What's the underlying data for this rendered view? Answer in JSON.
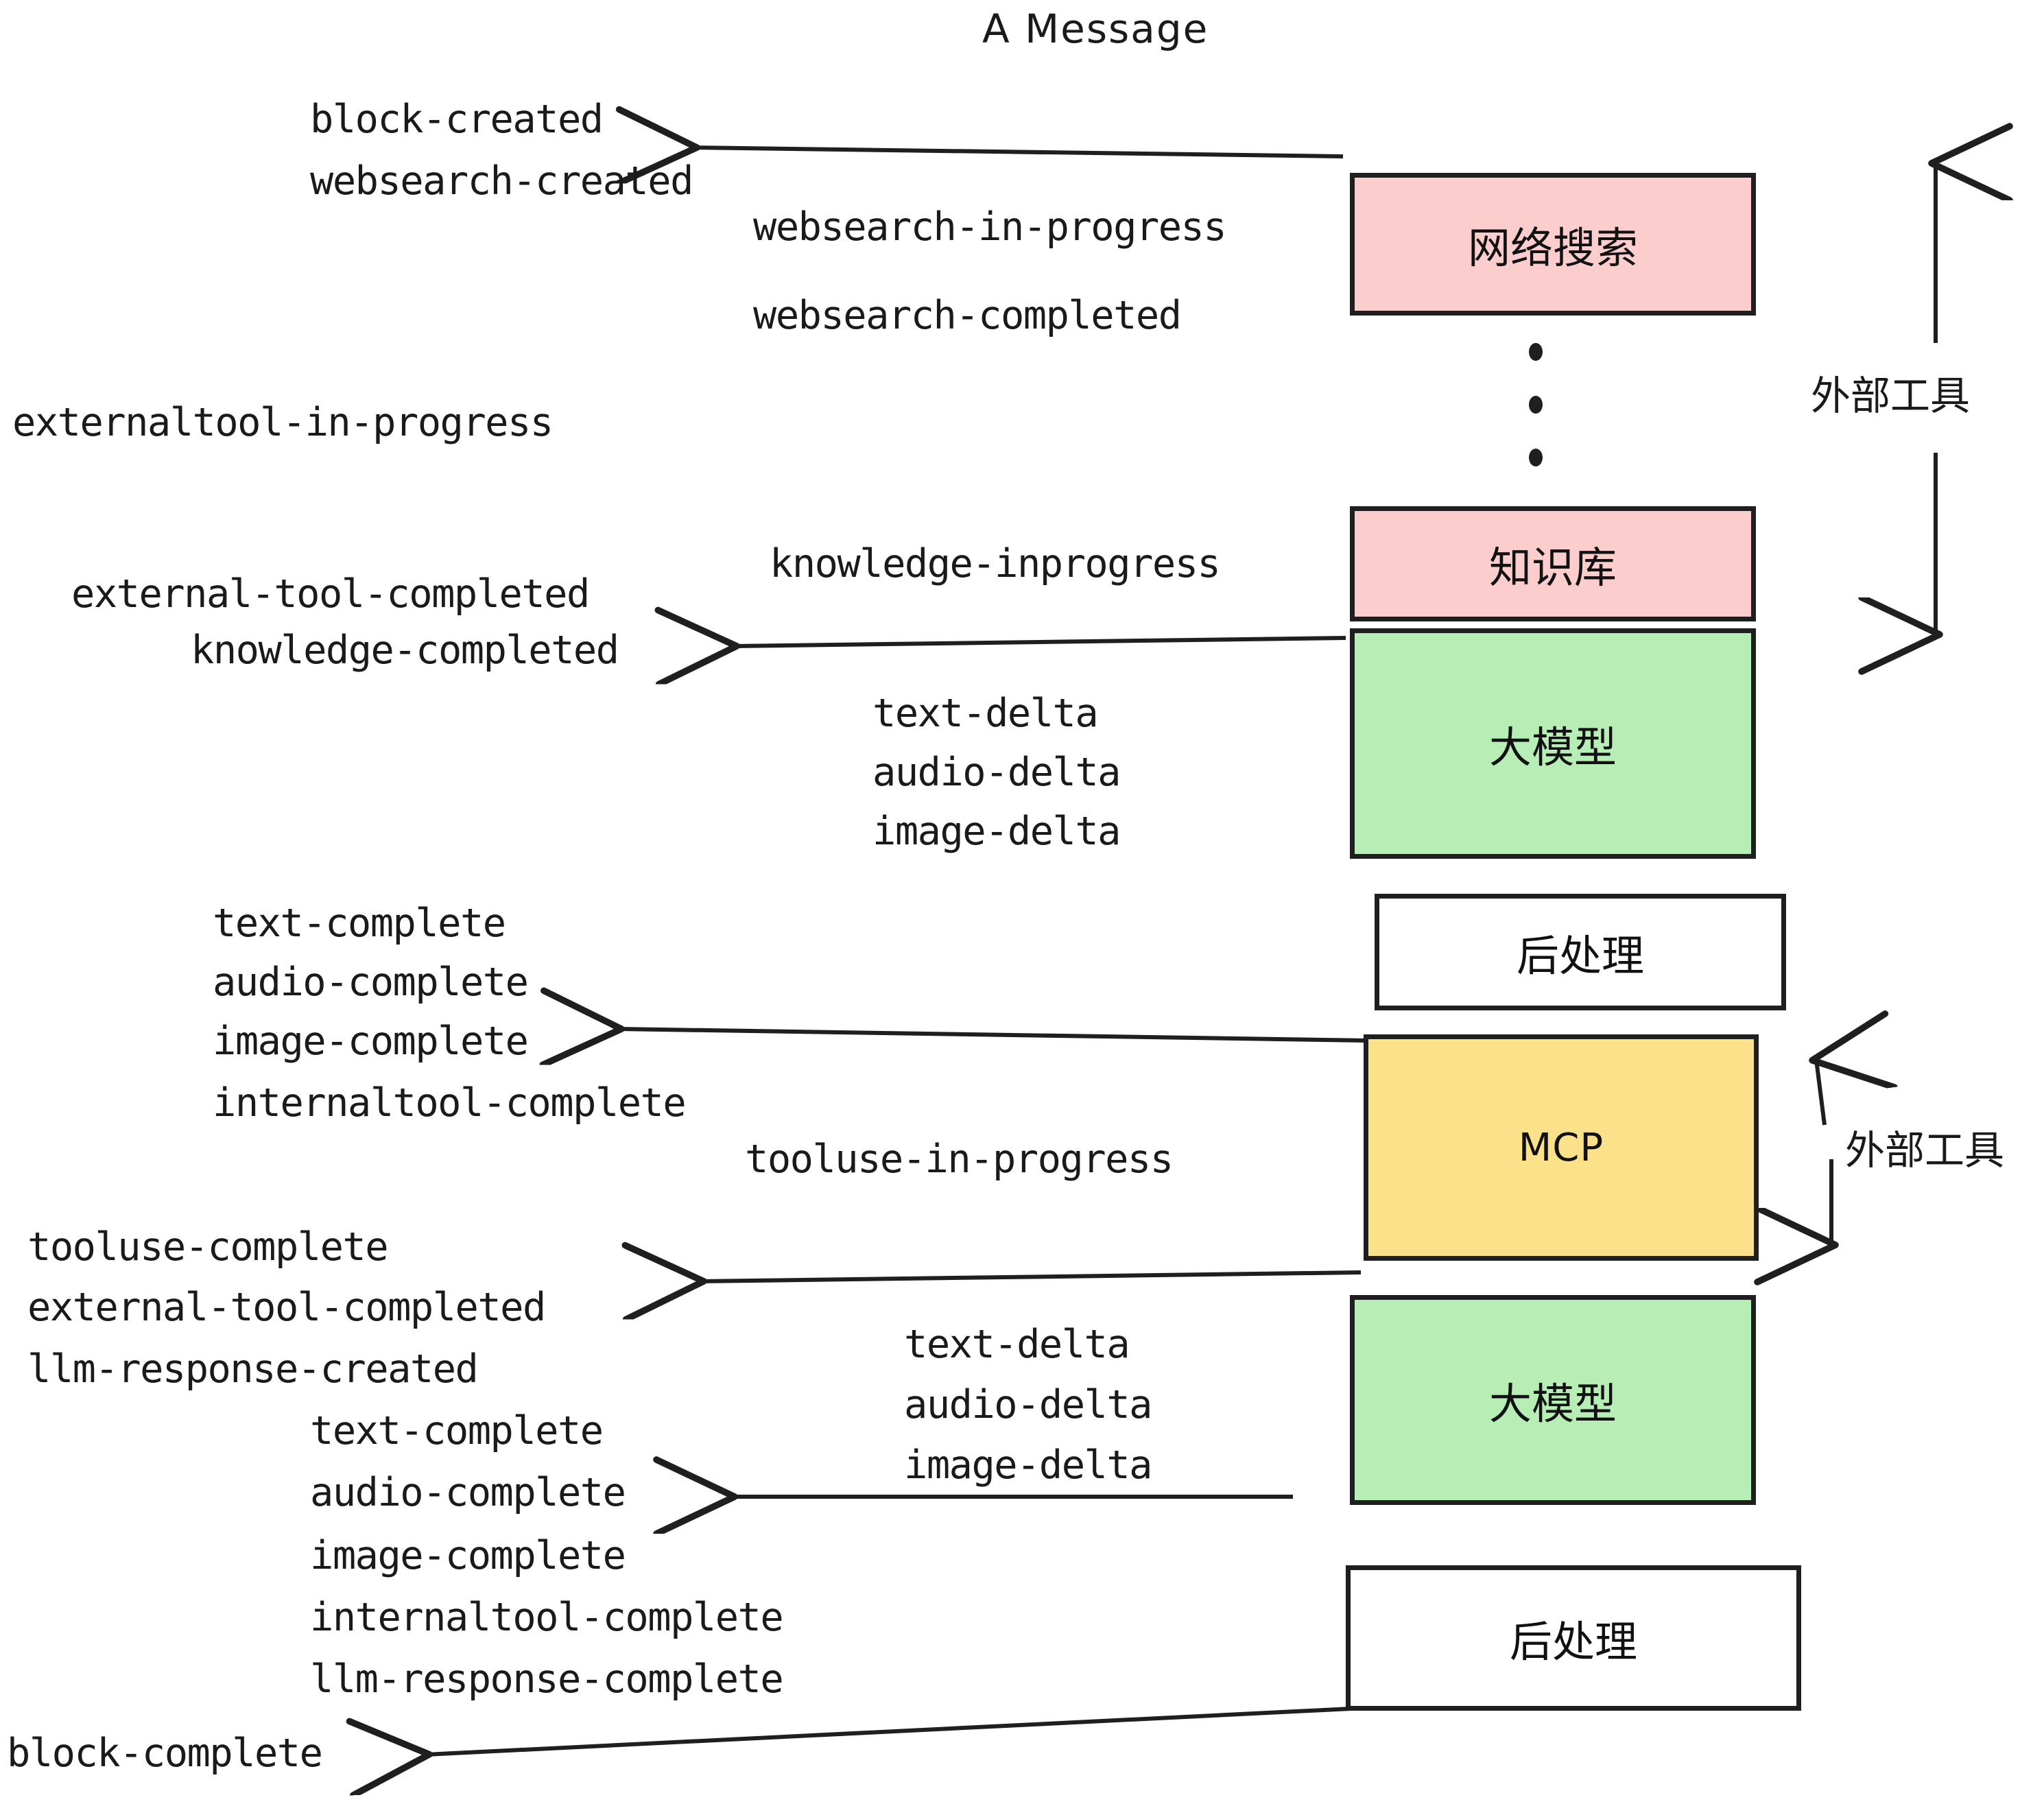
{
  "title": "A Message",
  "nodes": [
    {
      "id": "websearch",
      "label": "网络搜索",
      "fill": "#fbcdcd",
      "latin": false
    },
    {
      "id": "knowledge",
      "label": "知识库",
      "fill": "#fbcdcd",
      "latin": false
    },
    {
      "id": "llm-top",
      "label": "大模型",
      "fill": "#b6eeb6",
      "latin": false
    },
    {
      "id": "postproc-top",
      "label": "后处理",
      "fill": "#ffffff",
      "latin": false
    },
    {
      "id": "mcp",
      "label": "MCP",
      "fill": "#fbe18a",
      "latin": true
    },
    {
      "id": "llm-bottom",
      "label": "大模型",
      "fill": "#b6eeb6",
      "latin": false
    },
    {
      "id": "postproc-bottom",
      "label": "后处理",
      "fill": "#ffffff",
      "latin": false
    }
  ],
  "side_labels": [
    {
      "id": "external-tools-top",
      "text": "外部工具"
    },
    {
      "id": "external-tools-bottom",
      "text": "外部工具"
    }
  ],
  "events": [
    {
      "id": "block-created",
      "text": "block-created"
    },
    {
      "id": "websearch-created",
      "text": "websearch-created"
    },
    {
      "id": "websearch-in-progress",
      "text": "websearch-in-progress"
    },
    {
      "id": "websearch-completed",
      "text": "websearch-completed"
    },
    {
      "id": "externaltool-in-progress",
      "text": "externaltool-in-progress"
    },
    {
      "id": "knowledge-inprogress",
      "text": "knowledge-inprogress"
    },
    {
      "id": "external-tool-completed-1",
      "text": "external-tool-completed"
    },
    {
      "id": "knowledge-completed",
      "text": "knowledge-completed"
    },
    {
      "id": "text-delta-1",
      "text": "text-delta"
    },
    {
      "id": "audio-delta-1",
      "text": "audio-delta"
    },
    {
      "id": "image-delta-1",
      "text": "image-delta"
    },
    {
      "id": "text-complete-1",
      "text": "text-complete"
    },
    {
      "id": "audio-complete-1",
      "text": "audio-complete"
    },
    {
      "id": "image-complete-1",
      "text": "image-complete"
    },
    {
      "id": "internaltool-complete-1",
      "text": "internaltool-complete"
    },
    {
      "id": "tooluse-in-progress",
      "text": "tooluse-in-progress"
    },
    {
      "id": "tooluse-complete",
      "text": "tooluse-complete"
    },
    {
      "id": "external-tool-completed-2",
      "text": "external-tool-completed"
    },
    {
      "id": "llm-response-created",
      "text": "llm-response-created"
    },
    {
      "id": "text-delta-2",
      "text": "text-delta"
    },
    {
      "id": "audio-delta-2",
      "text": "audio-delta"
    },
    {
      "id": "image-delta-2",
      "text": "image-delta"
    },
    {
      "id": "text-complete-2",
      "text": "text-complete"
    },
    {
      "id": "audio-complete-2",
      "text": "audio-complete"
    },
    {
      "id": "image-complete-2",
      "text": "image-complete"
    },
    {
      "id": "internaltool-complete-2",
      "text": "internaltool-complete"
    },
    {
      "id": "llm-response-complete",
      "text": "llm-response-complete"
    },
    {
      "id": "block-complete",
      "text": "block-complete"
    }
  ],
  "colors": {
    "stroke": "#1f1f1f",
    "pink": "#fbcdcd",
    "green": "#b6eeb6",
    "yellow": "#fbe18a",
    "white": "#ffffff",
    "text": "#1a1a1a",
    "background": "#ffffff"
  }
}
